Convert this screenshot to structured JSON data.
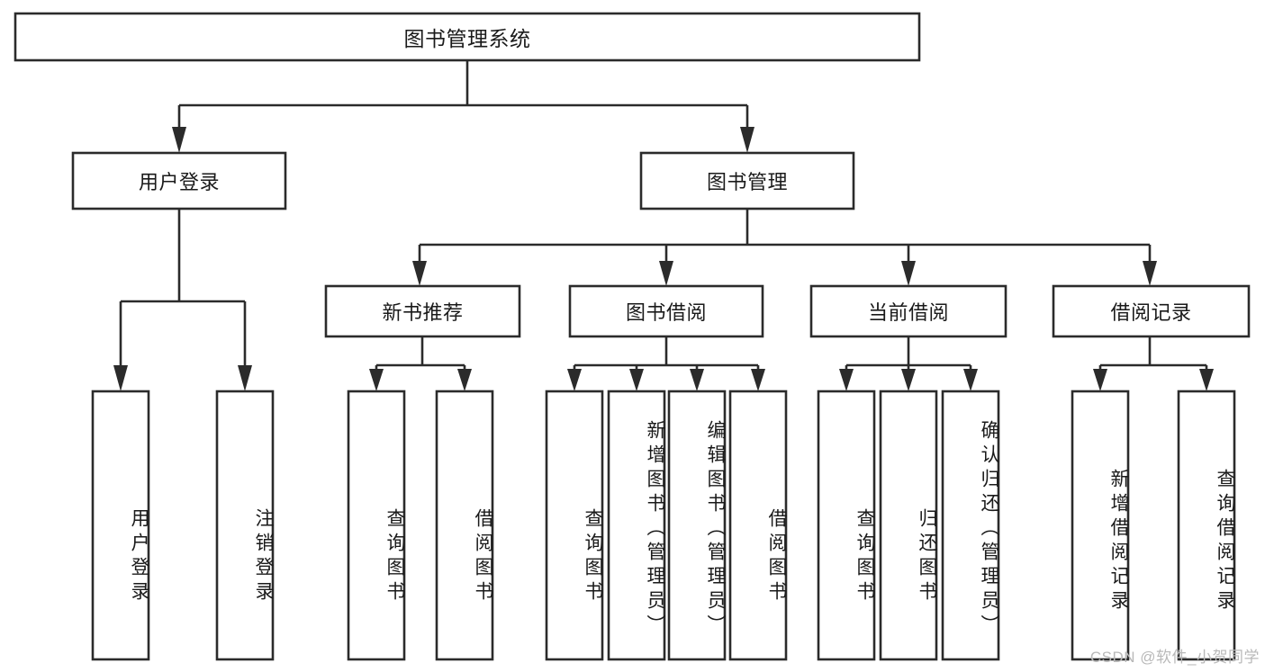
{
  "diagram": {
    "type": "tree-hierarchy",
    "title": "图书管理系统",
    "watermark": "CSDN @软件_小贺同学",
    "colors": {
      "box_stroke": "#2b2b2b",
      "box_fill": "#ffffff",
      "text": "#1a1a1a",
      "background": "#ffffff",
      "watermark": "#b9b9b9"
    },
    "root": {
      "label": "图书管理系统"
    },
    "level2": [
      {
        "label": "用户登录"
      },
      {
        "label": "图书管理"
      }
    ],
    "level3": [
      {
        "label": "新书推荐"
      },
      {
        "label": "图书借阅"
      },
      {
        "label": "当前借阅"
      },
      {
        "label": "借阅记录"
      }
    ],
    "leaves": {
      "user_login": [
        {
          "label": "用户登录"
        },
        {
          "label": "注销登录"
        }
      ],
      "new_book_recommend": [
        {
          "label": "查询图书"
        },
        {
          "label": "借阅图书"
        }
      ],
      "book_borrow": [
        {
          "label": "查询图书"
        },
        {
          "label": "新增图书（管理员）"
        },
        {
          "label": "编辑图书（管理员）"
        },
        {
          "label": "借阅图书"
        }
      ],
      "current_borrow": [
        {
          "label": "查询图书"
        },
        {
          "label": "归还图书"
        },
        {
          "label": "确认归还（管理员）"
        }
      ],
      "borrow_record": [
        {
          "label": "新增借阅记录"
        },
        {
          "label": "查询借阅记录"
        }
      ]
    }
  }
}
